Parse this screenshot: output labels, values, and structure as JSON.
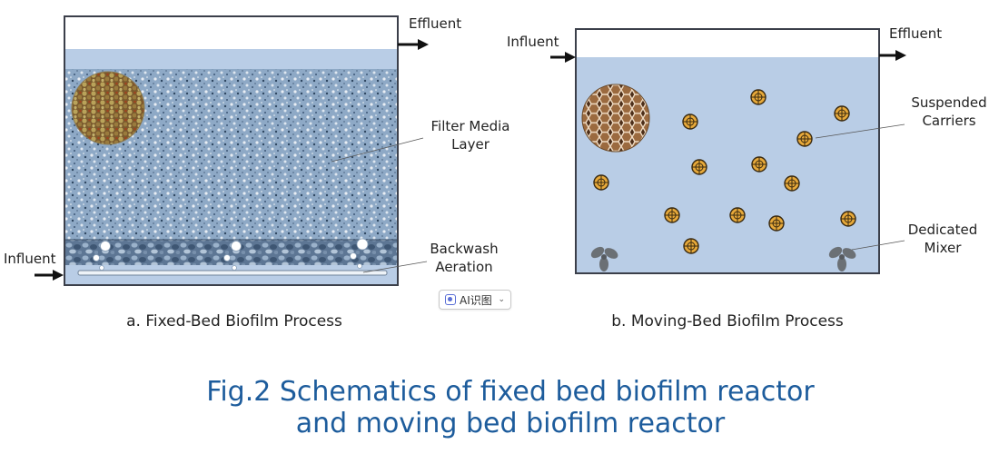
{
  "panel_a": {
    "effluent_label": "Effluent",
    "influent_label": "Influent",
    "filter_label_line1": "Filter Media",
    "filter_label_line2": "Layer",
    "backwash_label_line1": "Backwash",
    "backwash_label_line2": "Aeration",
    "caption": "a. Fixed-Bed Biofilm Process"
  },
  "panel_b": {
    "influent_label": "Influent",
    "effluent_label": "Effluent",
    "carriers_label_line1": "Suspended",
    "carriers_label_line2": "Carriers",
    "mixer_label_line1": "Dedicated",
    "mixer_label_line2": "Mixer",
    "caption": "b. Moving-Bed Biofilm Process"
  },
  "figure_title_line1": "Fig.2 Schematics of fixed bed biofilm reactor",
  "figure_title_line2": "and moving bed biofilm reactor",
  "ai_badge": {
    "label": "AI识图",
    "chevron": "⌄"
  },
  "colors": {
    "water": "#b9cde6",
    "tank_border": "#3b3f4a",
    "media_base": "#8ea9c6",
    "carrier_fill": "#e7a93a",
    "title_blue": "#1d5c9c",
    "mixer_gray": "#6b7075"
  }
}
